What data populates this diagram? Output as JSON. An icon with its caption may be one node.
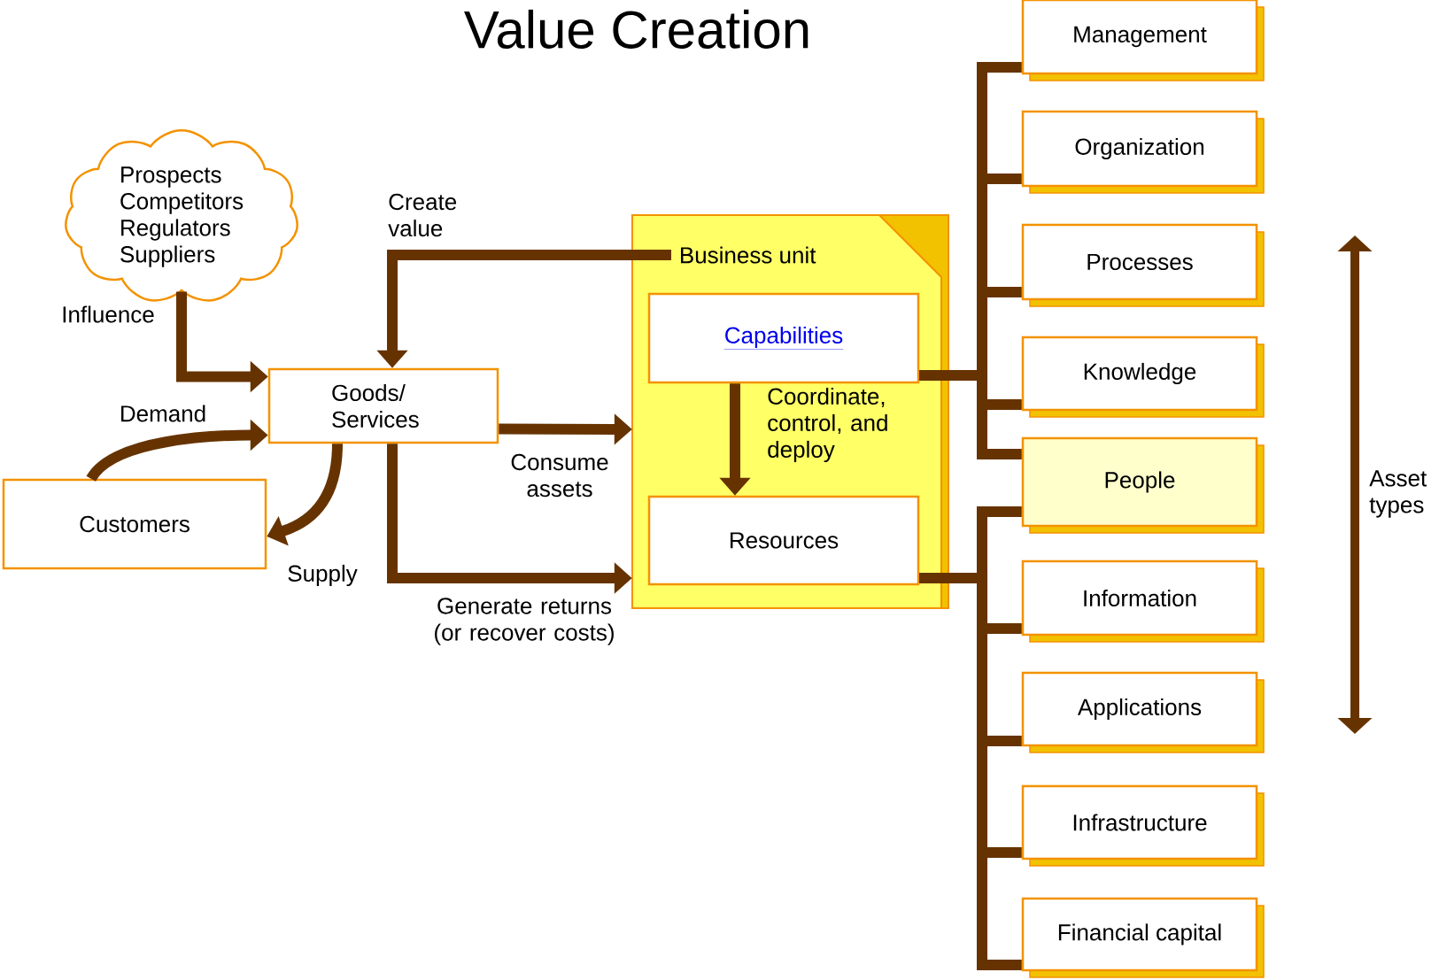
{
  "diagram": {
    "title": "Value Creation",
    "nodes": [
      {
        "text": [
          "Prospects",
          "Competitors",
          "Regulators",
          "Suppliers"
        ]
      },
      {
        "text": [
          "Goods/ Services"
        ]
      },
      {
        "text": [
          "Customers"
        ]
      },
      {
        "text": [
          "Business unit"
        ]
      },
      {
        "text": [
          "Capabilities"
        ],
        "in": 3
      },
      {
        "text": [
          "Resources"
        ],
        "in": 3
      },
      {
        "text": [
          "Management"
        ]
      },
      {
        "text": [
          "Organization"
        ]
      },
      {
        "text": [
          "Processes"
        ]
      },
      {
        "text": [
          "Knowledge"
        ]
      },
      {
        "text": [
          "People"
        ]
      },
      {
        "text": [
          "Information"
        ]
      },
      {
        "text": [
          "Applications"
        ]
      },
      {
        "text": [
          "Infrastructure"
        ]
      },
      {
        "text": [
          "Financial capital"
        ]
      }
    ],
    "edges": [
      {
        "from": 0,
        "to": 1,
        "arrow": "to",
        "label": "Influence"
      },
      {
        "from": 2,
        "to": 1,
        "arrow": "to",
        "label": "Demand"
      },
      {
        "from": 1,
        "to": 2,
        "arrow": "to",
        "label": "Supply"
      },
      {
        "from": 3,
        "to": 1,
        "arrow": "to",
        "label": "Create value"
      },
      {
        "from": 1,
        "to": 3,
        "arrow": "to",
        "label": "Consume assets"
      },
      {
        "from": 1,
        "to": 3,
        "arrow": "to",
        "label": "Generate returns (or recover costs)"
      },
      {
        "from": 4,
        "to": 5,
        "arrow": "to",
        "label": "Coordinate, control, and deploy"
      },
      {
        "from": 4,
        "to": 6,
        "arrow": "none"
      },
      {
        "from": 4,
        "to": 7,
        "arrow": "none"
      },
      {
        "from": 4,
        "to": 8,
        "arrow": "none"
      },
      {
        "from": 4,
        "to": 9,
        "arrow": "none"
      },
      {
        "from": 4,
        "to": 10,
        "arrow": "none"
      },
      {
        "from": 5,
        "to": 10,
        "arrow": "none"
      },
      {
        "from": 5,
        "to": 11,
        "arrow": "none"
      },
      {
        "from": 5,
        "to": 12,
        "arrow": "none"
      },
      {
        "from": 5,
        "to": 13,
        "arrow": "none"
      },
      {
        "from": 5,
        "to": 14,
        "arrow": "none"
      }
    ],
    "labels": [
      "Asset types"
    ]
  }
}
